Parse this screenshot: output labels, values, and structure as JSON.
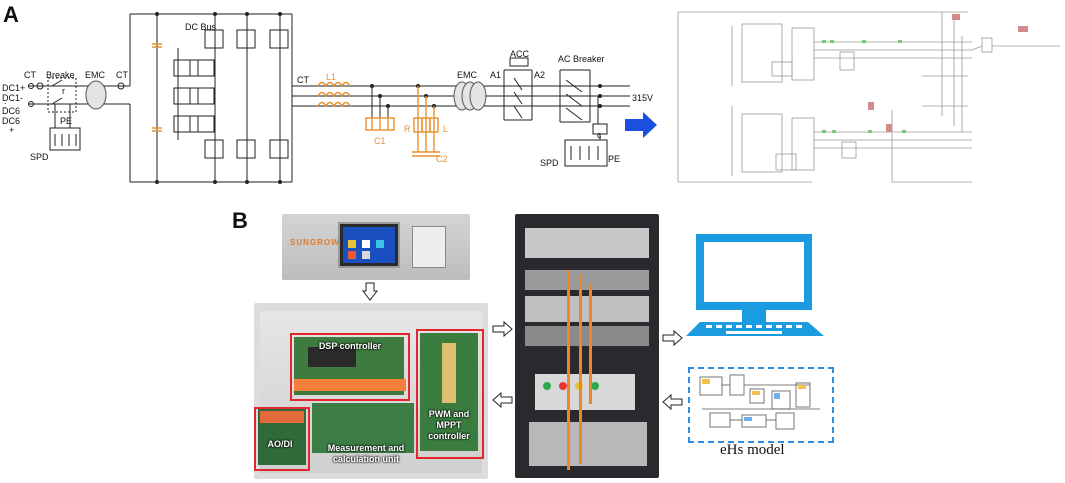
{
  "panels": {
    "a": "A",
    "b": "B"
  },
  "circuit": {
    "dc_inputs": [
      "DC1+",
      "DC1-",
      ":",
      "DC6",
      "DC6",
      "+"
    ],
    "ct": "CT",
    "breaker": "Breake",
    "r_mark": "r",
    "emc": "EMC",
    "pe": "PE",
    "spd": "SPD",
    "dc_bus": "DC Bus",
    "l1": "L1",
    "c1": "C1",
    "r": "R",
    "l": "L",
    "c2": "C2",
    "acc": "ACC",
    "a1": "A1",
    "a2": "A2",
    "ac_breaker": "AC Breaker",
    "voltage": "315V",
    "c_mark": "c"
  },
  "photo": {
    "brand": "SUNGROW",
    "dsp": "DSP controller",
    "aodi": "AO/DI",
    "measure": "Measurement and calculation unit",
    "pwm": "PWM and MPPT controller"
  },
  "model_label": "eHs model",
  "colors": {
    "orange_component": "#e8922e",
    "arrow_blue": "#1a4fe0",
    "monitor_blue": "#1b9be0",
    "red_box": "#e3262e",
    "dashed_box": "#2e8de0"
  }
}
